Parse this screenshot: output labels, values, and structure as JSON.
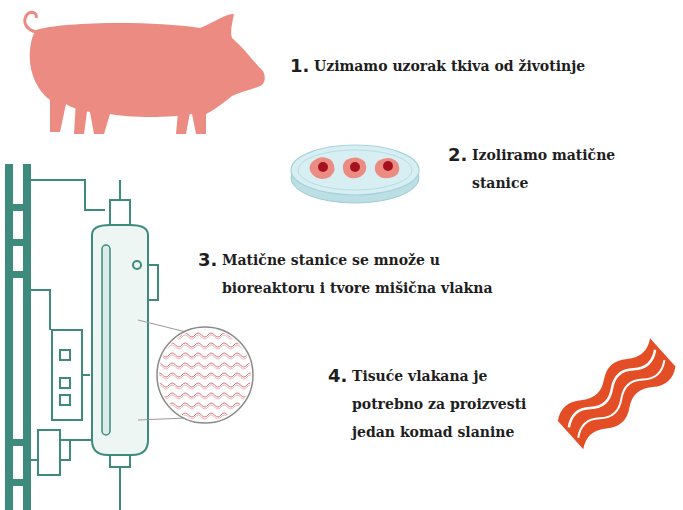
{
  "diagram": {
    "labels": [
      "1.",
      "Uzimamo uzorak tkiva od životinje",
      "2.",
      "Izoliramo matične stanice",
      "3.",
      "Matične stanice se množe u bioreaktoru i tvore mišična vlakna",
      "4.",
      "Tisuće vlakana je potrebno za proizvesti jedan komad slanine"
    ]
  }
}
